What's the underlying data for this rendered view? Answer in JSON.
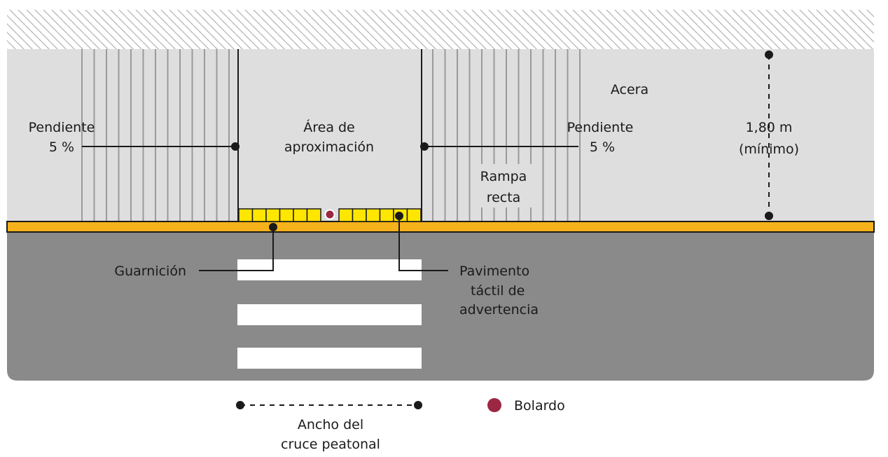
{
  "labels": {
    "pendiente_left_1": "Pendiente",
    "pendiente_left_2": "5 %",
    "area_1": "Área de",
    "area_2": "aproximación",
    "pendiente_right_1": "Pendiente",
    "pendiente_right_2": "5 %",
    "acera": "Acera",
    "width_1": "1,80 m",
    "width_2": "(mínimo)",
    "rampa_1": "Rampa",
    "rampa_2": "recta",
    "guarnicion": "Guarnición",
    "pavimento_1": "Pavimento",
    "pavimento_2": "táctil de",
    "pavimento_3": "advertencia"
  },
  "legend": {
    "crossing_1": "Ancho del",
    "crossing_2": "cruce peatonal",
    "bolardo": "Bolardo"
  },
  "colors": {
    "sidewalk": "#dedede",
    "road": "#8a8a8a",
    "curb": "#f5b21b",
    "tactile": "#ffe600",
    "bollard": "#9b2743",
    "line": "#1a1a1a",
    "ramp_lines": "#9a9a9a",
    "hatch": "#b5b5b5"
  }
}
